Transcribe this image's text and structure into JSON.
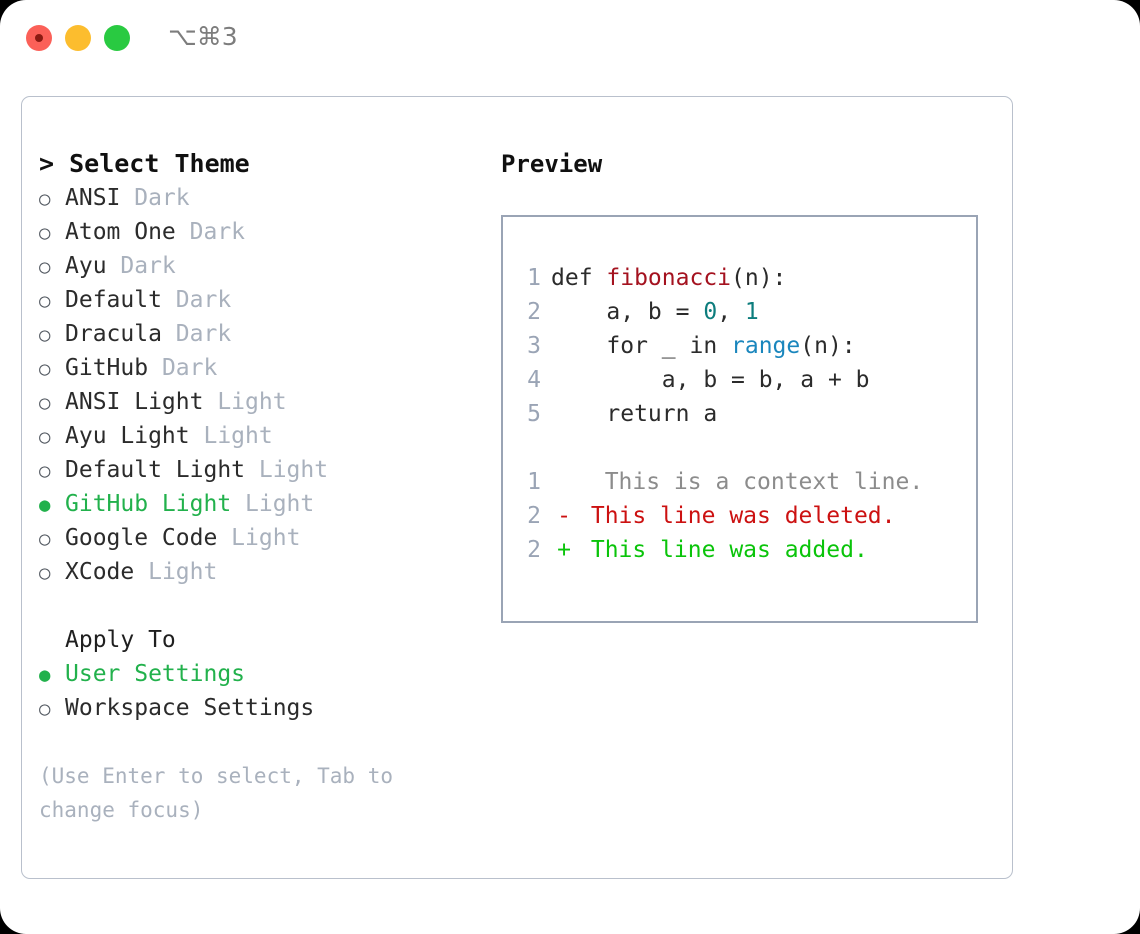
{
  "titlebar": {
    "shortcut": "⌥⌘3",
    "lights": [
      {
        "name": "close",
        "color": "#fb6058"
      },
      {
        "name": "minimize",
        "color": "#fcbd2e"
      },
      {
        "name": "maximize",
        "color": "#29ca41"
      }
    ]
  },
  "theme_picker": {
    "heading": "> Select Theme",
    "marker_unselected": "○",
    "marker_selected": "●",
    "items": [
      {
        "label": "ANSI",
        "variant": "Dark",
        "selected": false
      },
      {
        "label": "Atom One",
        "variant": "Dark",
        "selected": false
      },
      {
        "label": "Ayu",
        "variant": "Dark",
        "selected": false
      },
      {
        "label": "Default",
        "variant": "Dark",
        "selected": false
      },
      {
        "label": "Dracula",
        "variant": "Dark",
        "selected": false
      },
      {
        "label": "GitHub",
        "variant": "Dark",
        "selected": false
      },
      {
        "label": "ANSI Light",
        "variant": "Light",
        "selected": false
      },
      {
        "label": "Ayu Light",
        "variant": "Light",
        "selected": false
      },
      {
        "label": "Default Light",
        "variant": "Light",
        "selected": false
      },
      {
        "label": "GitHub Light",
        "variant": "Light",
        "selected": true
      },
      {
        "label": "Google Code",
        "variant": "Light",
        "selected": false
      },
      {
        "label": "XCode",
        "variant": "Light",
        "selected": false
      }
    ]
  },
  "apply_to": {
    "heading": "Apply To",
    "items": [
      {
        "label": "User Settings",
        "selected": true
      },
      {
        "label": "Workspace Settings",
        "selected": false
      }
    ]
  },
  "hint": "(Use Enter to select, Tab to change focus)",
  "preview": {
    "title": "Preview",
    "code_lines": [
      {
        "num": "1",
        "tokens": [
          {
            "t": "def ",
            "c": "kw"
          },
          {
            "t": "fibonacci",
            "c": "fn"
          },
          {
            "t": "(n):",
            "c": "plain"
          }
        ]
      },
      {
        "num": "2",
        "tokens": [
          {
            "t": "    a, b = ",
            "c": "plain"
          },
          {
            "t": "0",
            "c": "num"
          },
          {
            "t": ", ",
            "c": "plain"
          },
          {
            "t": "1",
            "c": "num"
          }
        ]
      },
      {
        "num": "3",
        "tokens": [
          {
            "t": "    for _ in ",
            "c": "plain"
          },
          {
            "t": "range",
            "c": "call"
          },
          {
            "t": "(n):",
            "c": "plain"
          }
        ]
      },
      {
        "num": "4",
        "tokens": [
          {
            "t": "        a, b = b, a + b",
            "c": "plain"
          }
        ]
      },
      {
        "num": "5",
        "tokens": [
          {
            "t": "    return a",
            "c": "plain"
          }
        ]
      }
    ],
    "diff_lines": [
      {
        "num": "1",
        "mark": " ",
        "text": "  This is a context line.",
        "kind": "ctx"
      },
      {
        "num": "2",
        "mark": "-",
        "text": " This line was deleted.",
        "kind": "del"
      },
      {
        "num": "2",
        "mark": "+",
        "text": " This line was added.",
        "kind": "add"
      }
    ]
  },
  "colors": {
    "accent_green": "#22b14c",
    "diff_add": "#0ac40a",
    "diff_del": "#cc1111",
    "muted": "#a9b1bd",
    "fn_red": "#a4121f",
    "num_teal": "#0d7d7d",
    "call_blue": "#1a86bd"
  }
}
